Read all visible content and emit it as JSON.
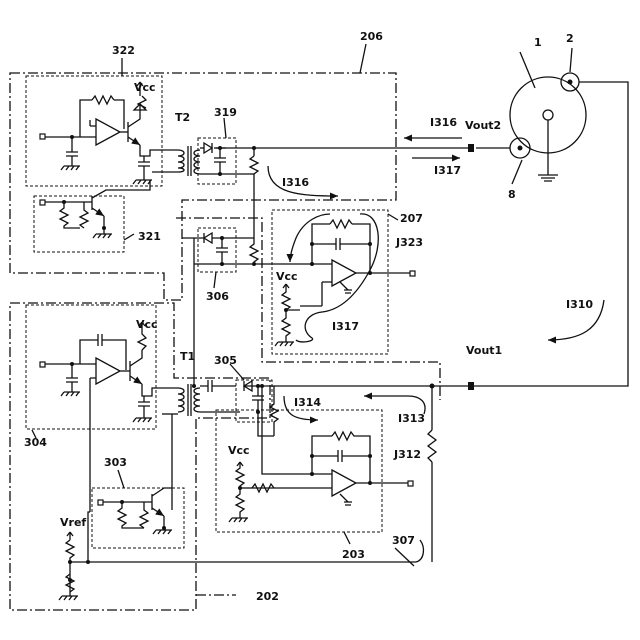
{
  "labels": {
    "ref_1": "1",
    "ref_2": "2",
    "ref_8": "8",
    "ref_206": "206",
    "ref_322": "322",
    "ref_319": "319",
    "ref_321": "321",
    "ref_207": "207",
    "ref_306": "306",
    "ref_304": "304",
    "ref_305": "305",
    "ref_303": "303",
    "ref_203": "203",
    "ref_307": "307",
    "ref_202": "202",
    "t2": "T2",
    "t1": "T1",
    "vcc_322": "Vcc",
    "vcc_207": "Vcc",
    "vcc_304": "Vcc",
    "vcc_203": "Vcc",
    "vref": "Vref",
    "vout2": "Vout2",
    "vout1": "Vout1",
    "i316_top": "I316",
    "i316_mid": "I316",
    "i317_top": "I317",
    "i317_loop": "I317",
    "i310": "I310",
    "i313": "I313",
    "i314": "I314",
    "j323": "J323",
    "j312": "J312"
  }
}
